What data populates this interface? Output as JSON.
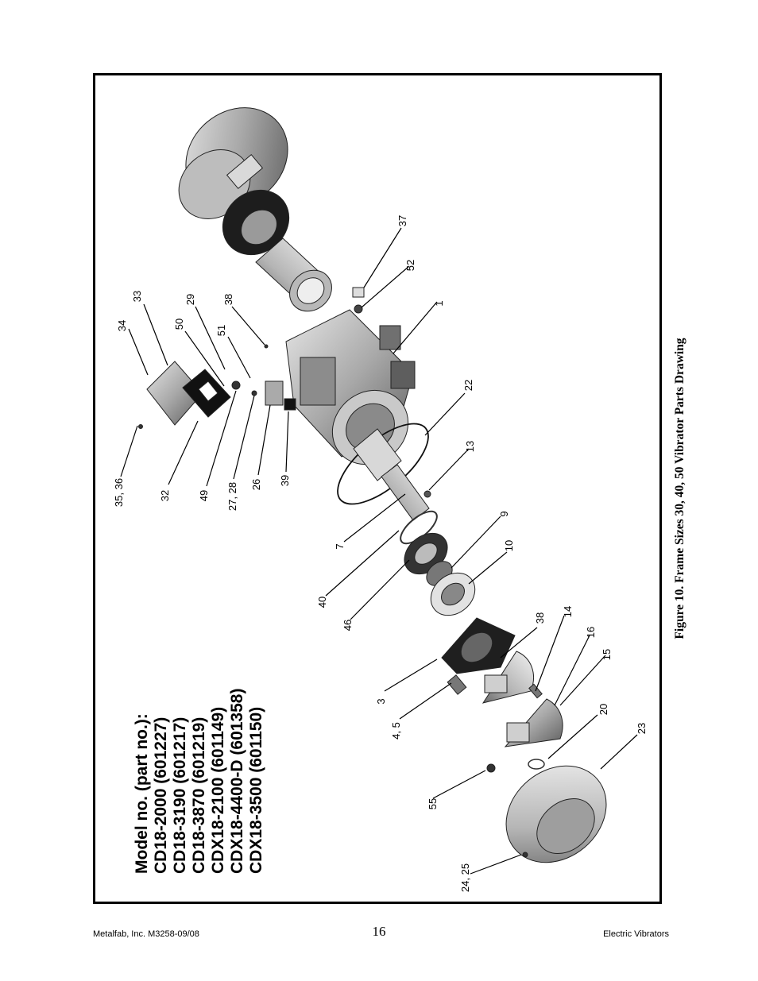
{
  "models": {
    "heading": "Model no. (part no.):",
    "items": [
      "CD18-2000 (601227)",
      "CD18-3190 (601217)",
      "CD18-3870 (601219)",
      "CDX18-2100 (601149)",
      "CDX18-4400-D (601358)",
      "CDX18-3500 (601150)"
    ]
  },
  "callouts": {
    "c33": "33",
    "c34": "34",
    "c29": "29",
    "c50": "50",
    "c38a": "38",
    "c51": "51",
    "c37": "37",
    "c52": "52",
    "c1": "1",
    "c22": "22",
    "c13": "13",
    "c35_36": "35, 36",
    "c32": "32",
    "c49": "49",
    "c27_28": "27, 28",
    "c26": "26",
    "c39": "39",
    "c7": "7",
    "c9": "9",
    "c10": "10",
    "c40": "40",
    "c46": "46",
    "c38b": "38",
    "c14": "14",
    "c16": "16",
    "c15": "15",
    "c3": "3",
    "c4_5": "4, 5",
    "c20": "20",
    "c23": "23",
    "c55": "55",
    "c24_25": "24, 25"
  },
  "caption": "Figure 10. Frame Sizes 30, 40, 50 Vibrator Parts Drawing",
  "footer": {
    "left": "Metalfab, Inc. M3258-09/08",
    "page": "16",
    "right": "Electric Vibrators"
  }
}
